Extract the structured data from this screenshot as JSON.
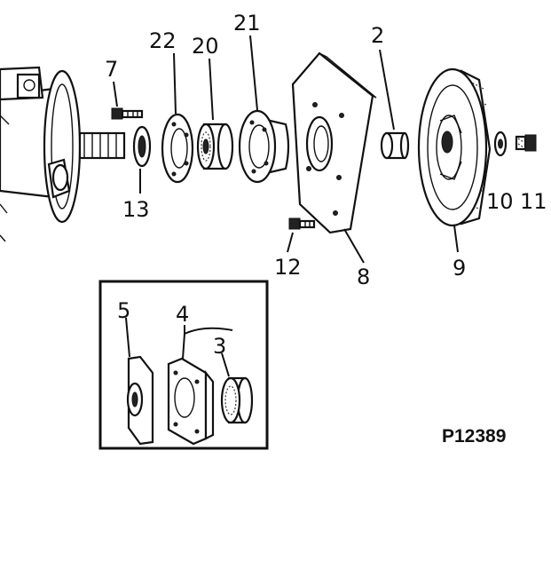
{
  "callouts": {
    "c7": "7",
    "c22": "22",
    "c20": "20",
    "c21": "21",
    "c2": "2",
    "c13": "13",
    "c12": "12",
    "c8": "8",
    "c9": "9",
    "c10": "10",
    "c11": "11",
    "c5": "5",
    "c4": "4",
    "c3": "3"
  },
  "figure_code": "P12389"
}
